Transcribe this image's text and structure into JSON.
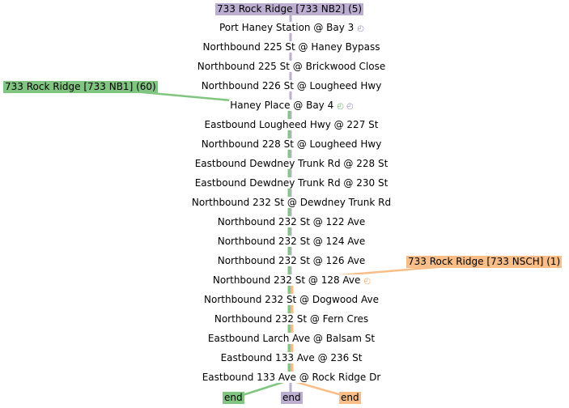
{
  "routes": {
    "nb2": {
      "label": "733 Rock Ridge [733 NB2] (5)",
      "color": "#bcaed0",
      "clock_color": "#9b8fc4"
    },
    "nb1": {
      "label": "733 Rock Ridge [733 NB1] (60)",
      "color": "#80c680",
      "clock_color": "#6fbf6f"
    },
    "nsch": {
      "label": "733 Rock Ridge [733 NSCH] (1)",
      "color": "#f9be87",
      "clock_color": "#f0a860"
    }
  },
  "stops": [
    "Port Haney Station @ Bay 3",
    "Northbound 225 St @ Haney Bypass",
    "Northbound 225 St @ Brickwood Close",
    "Northbound 226 St @ Lougheed Hwy",
    "Haney Place @ Bay 4",
    "Eastbound Lougheed Hwy @ 227 St",
    "Northbound 228 St @ Lougheed Hwy",
    "Eastbound Dewdney Trunk Rd @ 228 St",
    "Eastbound Dewdney Trunk Rd @ 230 St",
    "Northbound 232 St @ Dewdney Trunk Rd",
    "Northbound 232 St @ 122 Ave",
    "Northbound 232 St @ 124 Ave",
    "Northbound 232 St @ 126 Ave",
    "Northbound 232 St @ 128 Ave",
    "Northbound 232 St @ Dogwood Ave",
    "Northbound 232 St @ Fern Cres",
    "Eastbound Larch Ave @ Balsam St",
    "Eastbound 133 Ave @ 236 St",
    "Eastbound 133 Ave @ Rock Ridge Dr"
  ],
  "end_labels": {
    "nb1": "end",
    "nb2": "end",
    "nsch": "end"
  },
  "clock_glyph": "◴"
}
